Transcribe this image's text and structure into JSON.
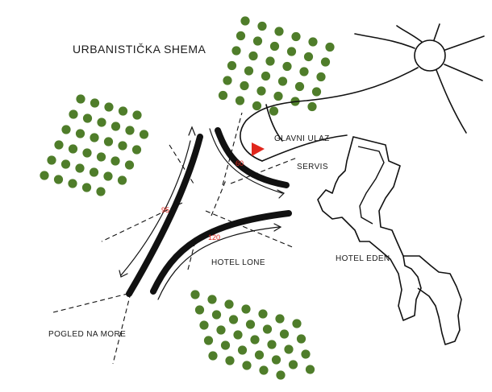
{
  "title": "URBANISTIČKA SHEMA",
  "labels": {
    "main_entrance": "GLAVNI ULAZ",
    "service": "SERVIS",
    "hotel_lone": "HOTEL LONE",
    "hotel_eden": "HOTEL EDEN",
    "sea_view": "POGLED NA MORE"
  },
  "dimensions": {
    "d1": "95",
    "d2": "120",
    "d3": "60"
  },
  "colors": {
    "tree": "#4f7d2a",
    "entrance_marker": "#e0261c",
    "road": "#111111"
  }
}
